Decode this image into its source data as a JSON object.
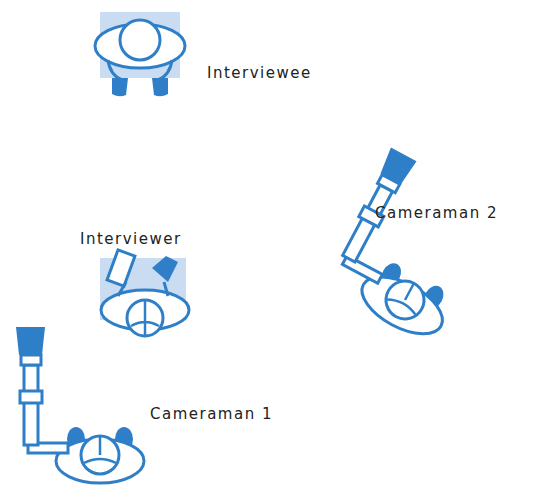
{
  "diagram": {
    "labels": [
      "Interviewee",
      "Cameraman 2",
      "Interviewer",
      "Cameraman 1"
    ]
  }
}
